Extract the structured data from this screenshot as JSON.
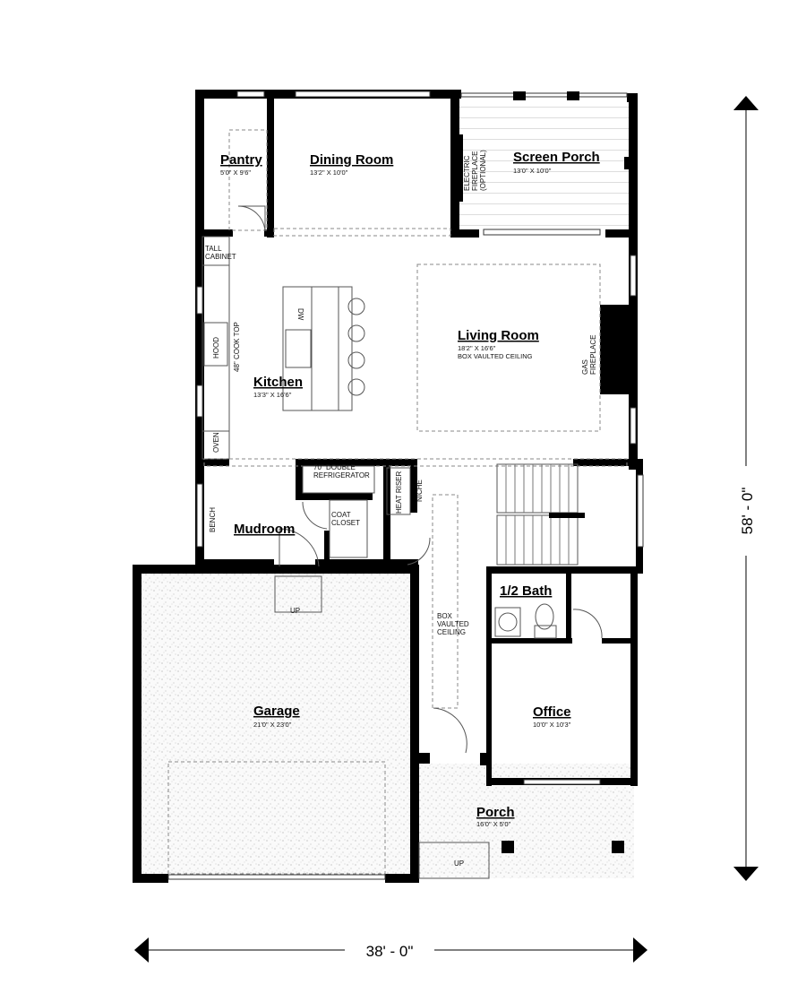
{
  "rooms": {
    "pantry": {
      "name": "Pantry",
      "size": "5'0\" X 9'6\""
    },
    "dining": {
      "name": "Dining Room",
      "size": "13'2\" X 10'0\""
    },
    "screen_porch": {
      "name": "Screen Porch",
      "size": "13'0\" X 10'0\""
    },
    "kitchen": {
      "name": "Kitchen",
      "size": "13'3\" X 16'6\""
    },
    "living": {
      "name": "Living Room",
      "size": "18'2\" X 16'6\"",
      "note": "BOX VAULTED CEILING"
    },
    "mudroom": {
      "name": "Mudroom"
    },
    "half_bath": {
      "name": "1/2 Bath"
    },
    "office": {
      "name": "Office",
      "size": "10'0\" X 10'3\""
    },
    "garage": {
      "name": "Garage",
      "size": "21'0\" X 23'0\""
    },
    "porch": {
      "name": "Porch",
      "size": "16'0\" X 5'0\""
    }
  },
  "labels": {
    "electric_fireplace": [
      "ELECTRIC",
      "FIREPLACE",
      "(OPTIONAL)"
    ],
    "tall_cabinet": [
      "TALL",
      "CABINET"
    ],
    "hood": "HOOD",
    "cooktop": "48\" COOK TOP",
    "dw": "DW",
    "oven": "OVEN",
    "gas_fireplace": [
      "GAS",
      "FIREPLACE"
    ],
    "refrigerator": [
      "70\" DOUBLE",
      "REFRIGERATOR"
    ],
    "heat_riser": "HEAT RISER",
    "niche": "NICHE",
    "coat_closet": [
      "COAT",
      "CLOSET"
    ],
    "bench": "BENCH",
    "box_vaulted": [
      "BOX",
      "VAULTED",
      "CEILING"
    ],
    "up_garage": "UP",
    "up_porch": "UP"
  },
  "dimensions": {
    "width": "38' - 0\"",
    "depth": "58' - 0\""
  }
}
